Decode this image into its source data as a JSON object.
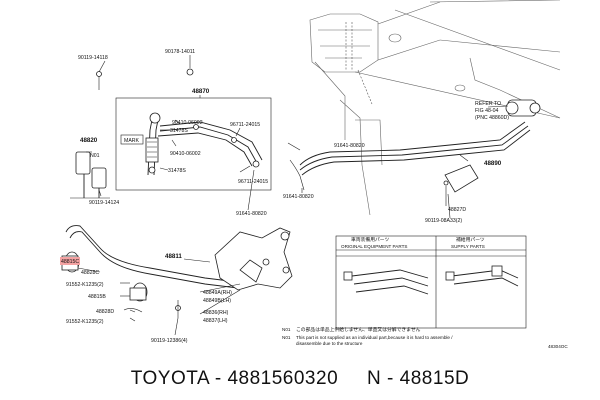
{
  "labels": {
    "p90119_14118": "90119-14118",
    "p90178_14011": "90178-14011",
    "p48870": "48870",
    "p48820": "48820",
    "n01": "N01",
    "p90410_06002a": "90410-06002",
    "p90410_06002b": "90410-06002",
    "p96711_24015a": "96711-24015",
    "p96711_24015b": "96711-24015",
    "p31478s_a": "31478S",
    "p31478s_b": "31478S",
    "mark": "MARK",
    "p90119_14124": "90119-14124",
    "p91641_80820a": "91641-80820",
    "p91641_80820b": "91641-80820",
    "p91641_80820c": "91641-80820",
    "p48815c": "48815C",
    "p48828c": "48828C",
    "p91552_k1235a": "91552-K1235(2)",
    "p48815b": "48815B",
    "p48828d": "48828D",
    "p91552_k1235b": "91552-K1235(2)",
    "p48811": "48811",
    "p48849a": "48849A(RH)",
    "p48849b": "48849B(LH)",
    "p48836": "48836(RH)",
    "p48837": "48837(LH)",
    "p90119_12386": "90119-12386(4)",
    "refer1": "REFER TO",
    "refer2": "FIG 48-04",
    "refer3": "(PNC 48860D)",
    "p48890": "48890",
    "p48827d": "48827D",
    "p90119_08a33": "90119-08A33(2)"
  },
  "legend": {
    "orig_jp": "車両装備用パーツ",
    "orig_en": "ORIGINAL EQUIPMENT PARTS",
    "supply_jp": "補給用パーツ",
    "supply_en": "SUPPLY PARTS"
  },
  "notes": {
    "n01_code": "N01",
    "n01_jp": "この部品は単品上供給しません、単品又は分解できません",
    "n01_en_1": "This part is not supplied as an individual part,because it is hard to assemble /",
    "n01_en_2": "disassemble due to the structure"
  },
  "fig_code": "48304OC",
  "footer": {
    "brand": "TOYOTA",
    "sep1": " - ",
    "part_number": "4881560320",
    "gap": "     ",
    "n_label": "N",
    "sep2": " - ",
    "pnc": "48815D"
  }
}
